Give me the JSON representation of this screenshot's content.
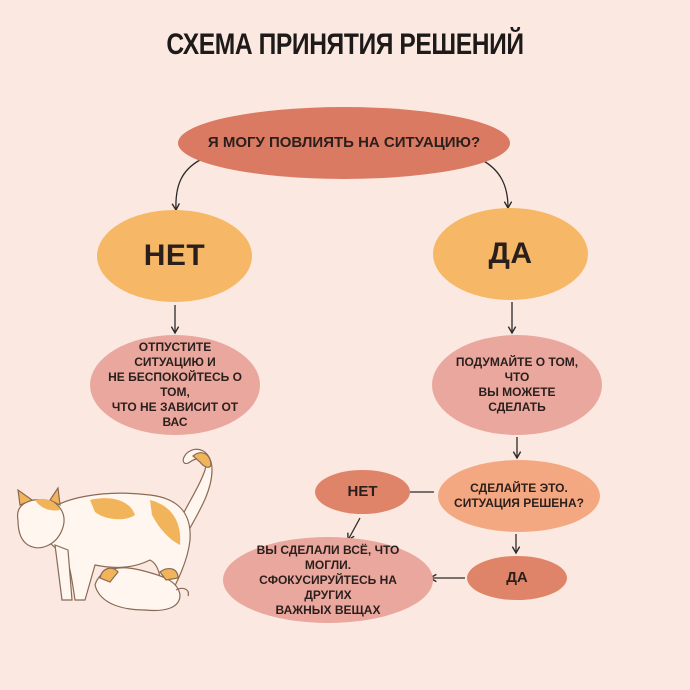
{
  "title": "СХЕМА ПРИНЯТИЯ РЕШЕНИЙ",
  "nodes": {
    "question": "Я МОГУ ПОВЛИЯТЬ НА СИТУАЦИЮ?",
    "no": "НЕТ",
    "yes": "ДА",
    "no_text_1": "ОТПУСТИТЕ СИТУАЦИЮ И",
    "no_text_2": "НЕ БЕСПОКОЙТЕСЬ О ТОМ,",
    "no_text_3": "ЧТО НЕ ЗАВИСИТ ОТ ВАС",
    "yes_text_1": "ПОДУМАЙТЕ О ТОМ, ЧТО",
    "yes_text_2": "ВЫ МОЖЕТЕ СДЕЛАТЬ",
    "done_q_1": "СДЕЛАЙТЕ ЭТО.",
    "done_q_2": "СИТУАЦИЯ РЕШЕНА?",
    "no_small": "НЕТ",
    "yes_small": "ДА",
    "final_1": "ВЫ СДЕЛАЛИ ВСЁ, ЧТО МОГЛИ.",
    "final_2": "СФОКУСИРУЙТЕСЬ НА ДРУГИХ",
    "final_3": "ВАЖНЫХ ВЕЩАХ"
  },
  "colors": {
    "background": "#fbe9e1",
    "question": "#db7a62",
    "answer": "#f6b866",
    "text_node": "#eaa79e",
    "small_answer": "#df8468"
  },
  "illustration": "cat-and-kitten-illustration"
}
